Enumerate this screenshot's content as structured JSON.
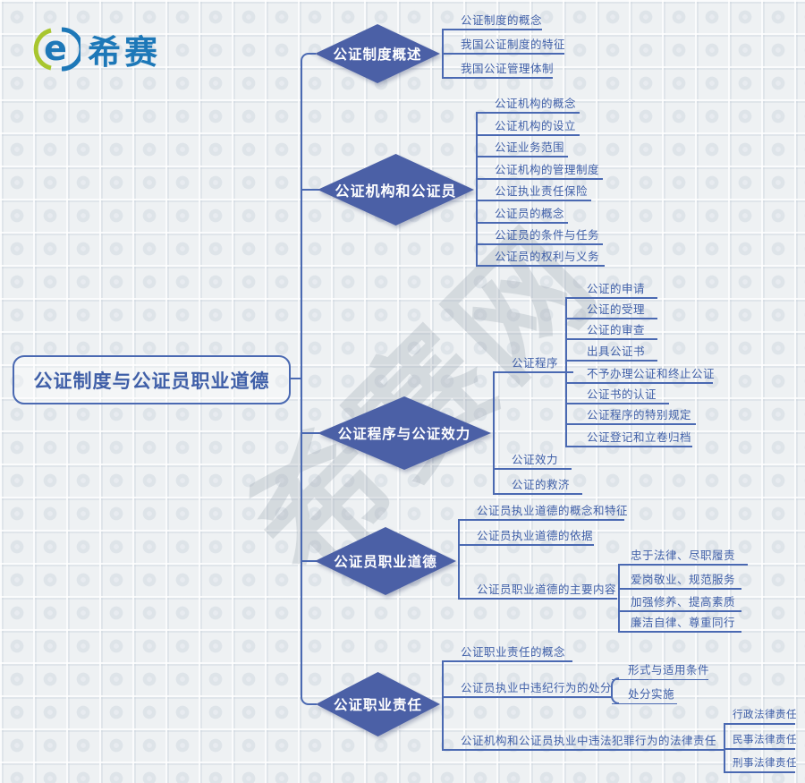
{
  "brand": {
    "name": "希赛",
    "icon_letter": "e"
  },
  "watermark": "希赛网",
  "root": {
    "label": "公证制度与公证员职业道德"
  },
  "branches": [
    {
      "label": "公证制度概述",
      "children": [
        {
          "label": "公证制度的概念"
        },
        {
          "label": "我国公证制度的特征"
        },
        {
          "label": "我国公证管理体制"
        }
      ]
    },
    {
      "label": "公证机构和公证员",
      "children": [
        {
          "label": "公证机构的概念"
        },
        {
          "label": "公证机构的设立"
        },
        {
          "label": "公证业务范围"
        },
        {
          "label": "公证机构的管理制度"
        },
        {
          "label": "公证执业责任保险"
        },
        {
          "label": "公证员的概念"
        },
        {
          "label": "公证员的条件与任务"
        },
        {
          "label": "公证员的权利与义务"
        }
      ]
    },
    {
      "label": "公证程序与公证效力",
      "children": [
        {
          "label": "公证程序",
          "children": [
            {
              "label": "公证的申请"
            },
            {
              "label": "公证的受理"
            },
            {
              "label": "公证的审查"
            },
            {
              "label": "出具公证书"
            },
            {
              "label": "不予办理公证和终止公证"
            },
            {
              "label": "公证书的认证"
            },
            {
              "label": "公证程序的特别规定"
            },
            {
              "label": "公证登记和立卷归档"
            }
          ]
        },
        {
          "label": "公证效力"
        },
        {
          "label": "公证的救济"
        }
      ]
    },
    {
      "label": "公证员职业道德",
      "children": [
        {
          "label": "公证员执业道德的概念和特征"
        },
        {
          "label": "公证员执业道德的依据"
        },
        {
          "label": "公证员职业道德的主要内容",
          "children": [
            {
              "label": "忠于法律、尽职履责"
            },
            {
              "label": "爱岗敬业、规范服务"
            },
            {
              "label": "加强修养、提高素质"
            },
            {
              "label": "廉洁自律、尊重同行"
            }
          ]
        }
      ]
    },
    {
      "label": "公证职业责任",
      "children": [
        {
          "label": "公证职业责任的概念"
        },
        {
          "label": "公证员执业中违纪行为的处分",
          "children": [
            {
              "label": "形式与适用条件"
            },
            {
              "label": "处分实施"
            }
          ]
        },
        {
          "label": "公证机构和公证员执业中违法犯罪行为的法律责任",
          "children": [
            {
              "label": "行政法律责任"
            },
            {
              "label": "民事法律责任"
            },
            {
              "label": "刑事法律责任"
            }
          ]
        }
      ]
    }
  ],
  "colors": {
    "node_fill": "#4b60a6",
    "line": "#4a69b2",
    "leaf_text": "#3f5fa8",
    "brand_blue": "#1d78b8",
    "brand_green": "#a8c62f",
    "background": "#eef1f3"
  }
}
